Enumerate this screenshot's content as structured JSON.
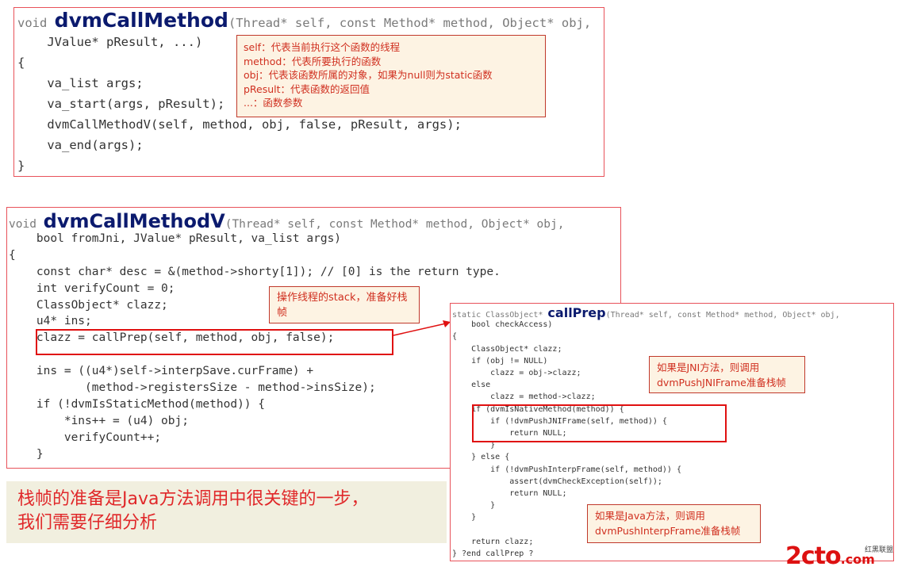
{
  "panel1": {
    "lines": [
      "void dvmCallMethod(Thread* self, const Method* method, Object* obj,",
      "    JValue* pResult, ...)",
      "{",
      "    va_list args;",
      "    va_start(args, pResult);",
      "    dvmCallMethodV(self, method, obj, false, pResult, args);",
      "    va_end(args);",
      "}"
    ],
    "note_lines": [
      "self：代表当前执行这个函数的线程",
      "method：代表所要执行的函数",
      "obj：代表该函数所属的对象，如果为null则为static函数",
      "pResult：代表函数的返回值",
      "...：函数参数"
    ]
  },
  "panel2": {
    "lines": [
      "void dvmCallMethodV(Thread* self, const Method* method, Object* obj,",
      "    bool fromJni, JValue* pResult, va_list args)",
      "{",
      "    const char* desc = &(method->shorty[1]); // [0] is the return type.",
      "    int verifyCount = 0;",
      "    ClassObject* clazz;",
      "    u4* ins;",
      "    clazz = callPrep(self, method, obj, false);",
      "",
      "    ins = ((u4*)self->interpSave.curFrame) +",
      "           (method->registersSize - method->insSize);",
      "    if (!dvmIsStaticMethod(method)) {",
      "        *ins++ = (u4) obj;",
      "        verifyCount++;",
      "    }"
    ],
    "note": "操作线程的stack，准备好栈帧"
  },
  "panel3": {
    "lines": [
      "static ClassObject* callPrep(Thread* self, const Method* method, Object* obj,",
      "    bool checkAccess)",
      "{",
      "    ClassObject* clazz;",
      "    if (obj != NULL)",
      "        clazz = obj->clazz;",
      "    else",
      "        clazz = method->clazz;",
      "    if (dvmIsNativeMethod(method)) {",
      "        if (!dvmPushJNIFrame(self, method)) {",
      "            return NULL;",
      "        }",
      "    } else {",
      "        if (!dvmPushInterpFrame(self, method)) {",
      "            assert(dvmCheckException(self));",
      "            return NULL;",
      "        }",
      "    }",
      "",
      "    return clazz;",
      "} ?end callPrep ?"
    ],
    "note_jni": "如果是JNI方法，则调用dvmPushJNIFrame准备栈帧",
    "note_java": "如果是Java方法，则调用dvmPushInterpFrame准备栈帧"
  },
  "caption": {
    "line1": "栈帧的准备是Java方法调用中很关键的一步，",
    "line2": "我们需要仔细分析"
  },
  "logo": {
    "text": "2cto",
    "suffix": ".com",
    "tag": "红黑联盟"
  }
}
